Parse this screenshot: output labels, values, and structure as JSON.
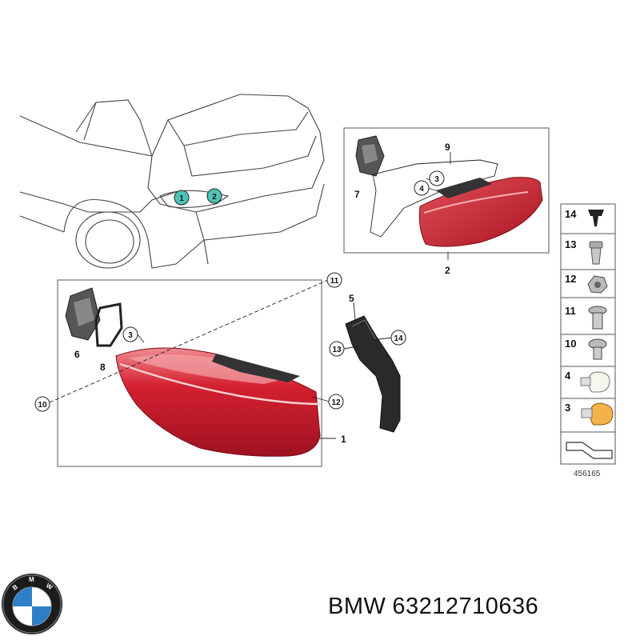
{
  "callouts": {
    "c1": "1",
    "c2": "2",
    "c3a": "3",
    "c4a": "4",
    "c3b": "3",
    "c10": "10",
    "c11": "11",
    "c12": "12",
    "c13": "13",
    "c14": "14"
  },
  "labels": {
    "l9": "9",
    "l7": "7",
    "l2": "2",
    "l6": "6",
    "l8": "8",
    "l5": "5",
    "l1": "1"
  },
  "panel_items": [
    "14",
    "13",
    "12",
    "11",
    "10",
    "4",
    "3"
  ],
  "diagram_number": "456165",
  "footer": {
    "brand": "BMW",
    "part_number": "63212710636"
  },
  "colors": {
    "lamp_red": "#d42030",
    "lamp_dark": "#9e1220",
    "highlight": "#4fc3b8"
  }
}
